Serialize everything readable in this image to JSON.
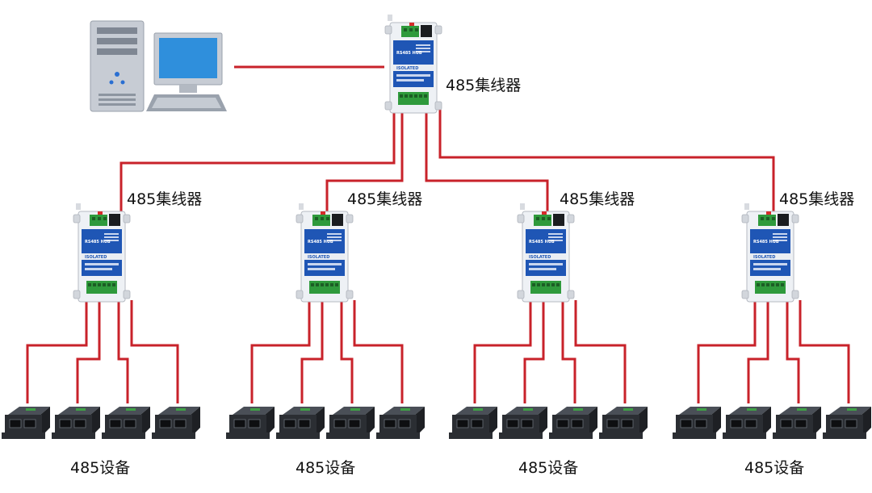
{
  "colors": {
    "wire": "#c8222a",
    "hub_panel": "#1f56b5",
    "hub_body": "#eef1f5",
    "terminal": "#2f9a3c",
    "device_body": "#2b2e33",
    "monitor_screen": "#2f8fdc"
  },
  "computer": {
    "icon": "desktop-computer-icon"
  },
  "main_hub": {
    "label": "485集线器",
    "model_text": "RS485 HUB",
    "isolated_text": "ISOLATED"
  },
  "branch_hubs": [
    {
      "label": "485集线器",
      "model_text": "RS485 HUB",
      "isolated_text": "ISOLATED",
      "devices_label": "485设备"
    },
    {
      "label": "485集线器",
      "model_text": "RS485 HUB",
      "isolated_text": "ISOLATED",
      "devices_label": "485设备"
    },
    {
      "label": "485集线器",
      "model_text": "RS485 HUB",
      "isolated_text": "ISOLATED",
      "devices_label": "485设备"
    },
    {
      "label": "485集线器",
      "model_text": "RS485 HUB",
      "isolated_text": "ISOLATED",
      "devices_label": "485设备"
    }
  ],
  "device": {
    "icon": "rs485-device-icon",
    "count_per_hub": 4
  }
}
